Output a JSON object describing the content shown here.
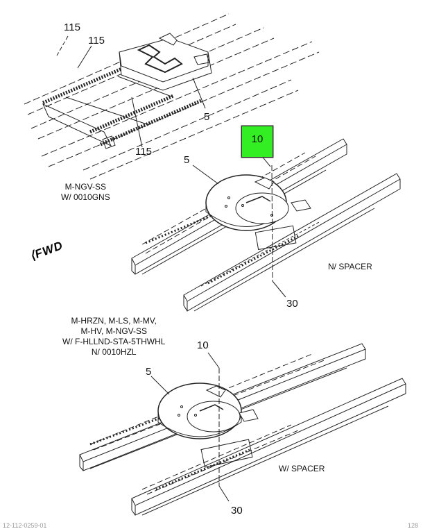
{
  "callouts": {
    "c115a": "115",
    "c115b": "115",
    "c115c": "115",
    "c5_top": "5",
    "c10_highlight": "10",
    "c5_mid": "5",
    "c30_mid": "30",
    "c10_bottom": "10",
    "c5_bottom": "5",
    "c30_bottom": "30"
  },
  "captions": {
    "top_line1": "M-NGV-SS",
    "top_line2": "W/ 0010GNS",
    "mid_line1": "M-HRZN, M-LS, M-MV,",
    "mid_line2": "M-HV, M-NGV-SS",
    "mid_line3": "W/ F-HLLND-STA-5THWHL",
    "mid_line4": "N/ 0010HZL",
    "no_spacer": "N/ SPACER",
    "with_spacer": "W/ SPACER",
    "fwd": "FWD"
  },
  "footer": {
    "left": "12-112-0259-01",
    "right": "128"
  },
  "colors": {
    "highlight": "#33ee22",
    "line": "#222222"
  }
}
